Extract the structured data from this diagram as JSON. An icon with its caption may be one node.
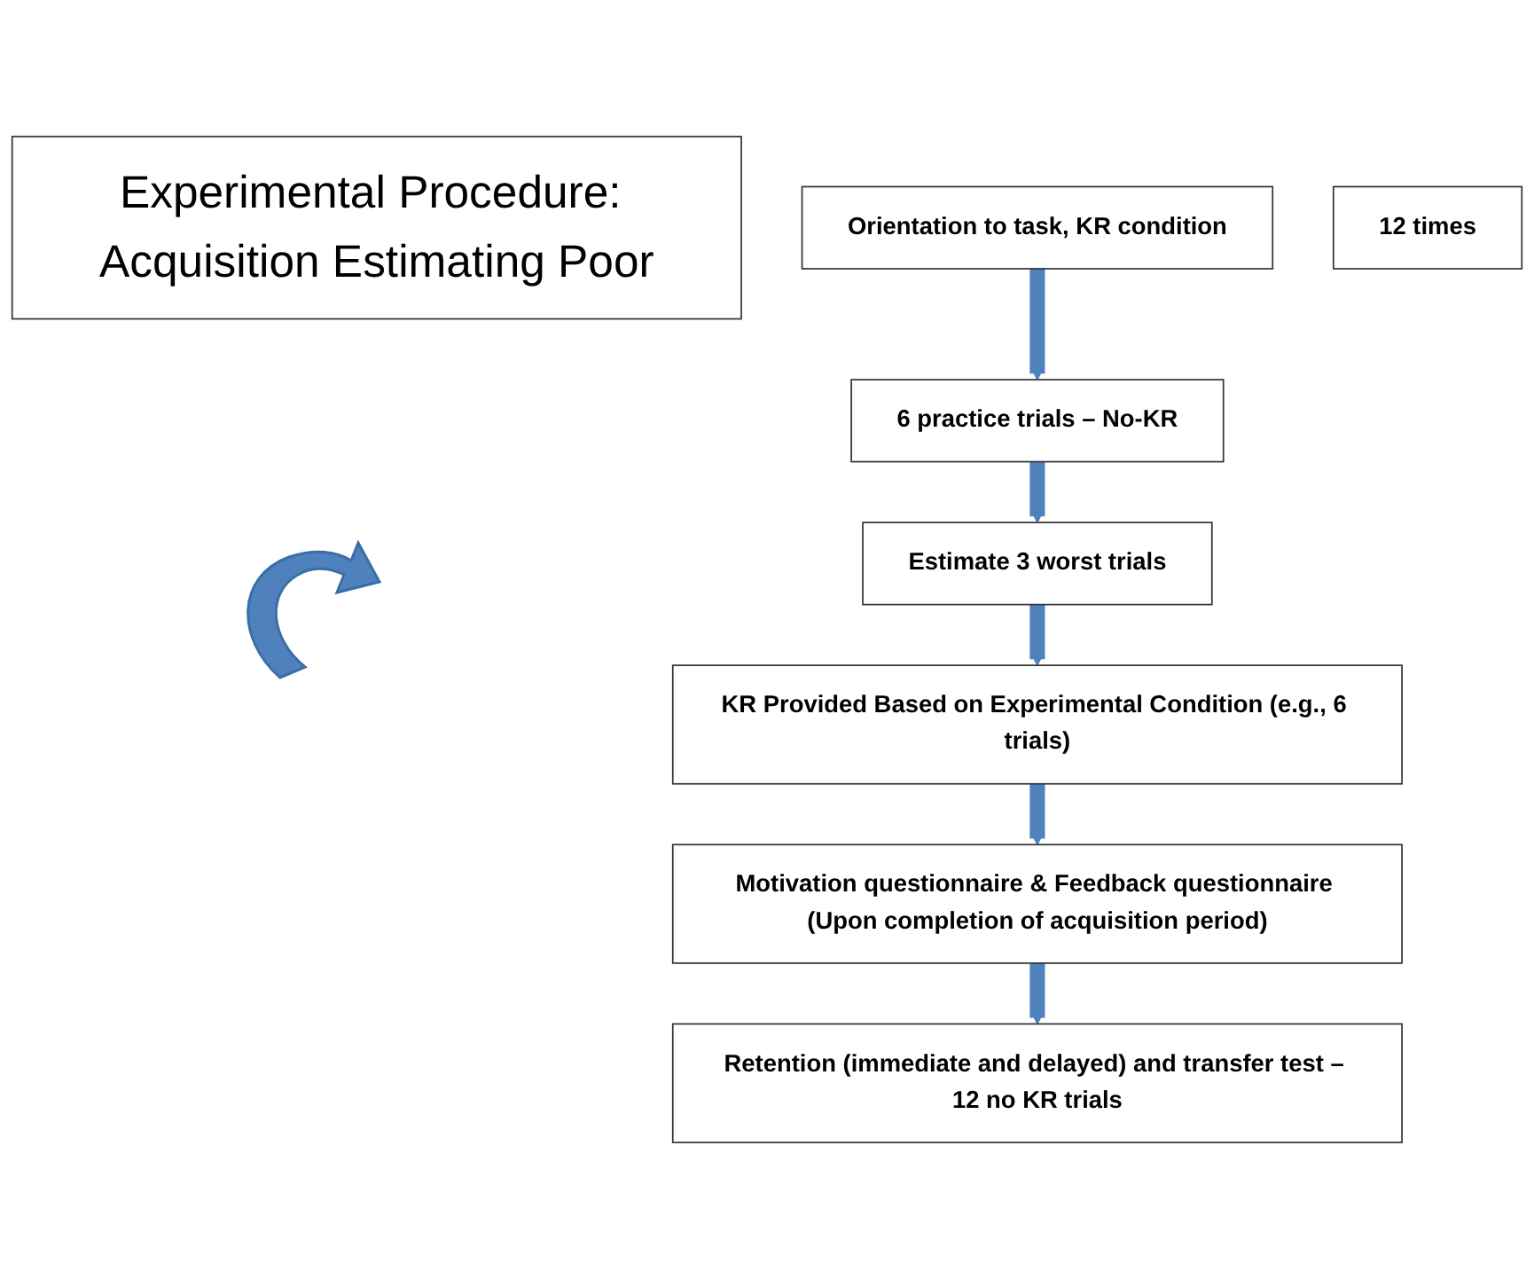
{
  "diagram": {
    "nodes": [
      {
        "text": [
          "Experimental Procedure: Acquisition Estimating Poor"
        ]
      },
      {
        "text": [
          "Orientation to task, KR condition"
        ]
      },
      {
        "text": [
          "6 practice trials – No-KR"
        ]
      },
      {
        "text": [
          "Estimate 3 worst trials"
        ]
      },
      {
        "text": [
          "KR Provided Based on Experimental Condition (e.g., 6 trials)"
        ]
      },
      {
        "text": [
          "Motivation questionnaire & Feedback questionnaire (Upon completion of acquisition period)"
        ]
      },
      {
        "text": [
          "Retention (immediate and delayed) and transfer test – 12 no KR trials"
        ]
      },
      {
        "text": [
          "12 times"
        ]
      }
    ],
    "edges": [
      {
        "from": 1,
        "to": 2,
        "arrow": "to"
      },
      {
        "from": 2,
        "to": 3,
        "arrow": "to"
      },
      {
        "from": 3,
        "to": 4,
        "arrow": "to"
      },
      {
        "from": 4,
        "to": 5,
        "arrow": "to"
      },
      {
        "from": 5,
        "to": 6,
        "arrow": "to"
      }
    ]
  }
}
